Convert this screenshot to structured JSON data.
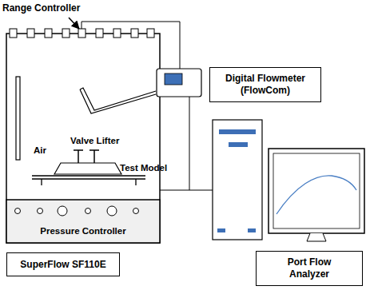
{
  "diagram": {
    "nodes": [
      {
        "text": [
          "Digital Flowmeter (FlowCom)"
        ]
      },
      {
        "text": [
          "SuperFlow SF110E"
        ]
      },
      {
        "text": [
          "Port Flow Analyzer"
        ]
      }
    ],
    "labels": [
      "Range Controller",
      "Air",
      "Valve Lifter",
      "Test Model",
      "Pressure Controller"
    ]
  }
}
